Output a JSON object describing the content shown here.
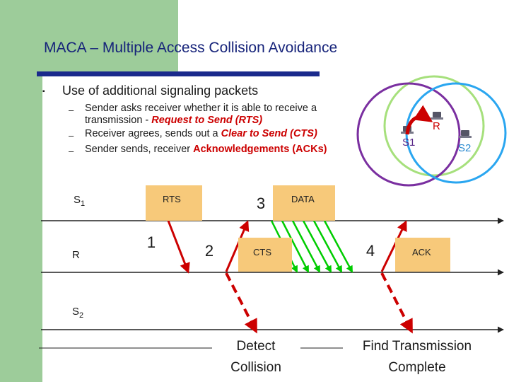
{
  "title": "MACA – Multiple Access Collision Avoidance",
  "bullet": {
    "marker": "▪",
    "text": "Use of additional signaling packets"
  },
  "sub_items": [
    {
      "dash": "–",
      "line1": "Sender asks receiver whether it is able to receive a",
      "line2_pre": "transmission - ",
      "line2_highlight": "Request to Send (RTS)"
    },
    {
      "dash": "–",
      "pre": "Receiver agrees, sends out a ",
      "highlight": "Clear to Send (CTS)"
    },
    {
      "dash": "–",
      "pre": "Sender sends, receiver ",
      "highlight": "Acknowledgements (ACKs)"
    }
  ],
  "topology": {
    "nodes": [
      {
        "label": "S1"
      },
      {
        "label": "R"
      },
      {
        "label": "S2"
      }
    ]
  },
  "timeline": {
    "rows": [
      {
        "label": "S",
        "sub": "1"
      },
      {
        "label": "R",
        "sub": ""
      },
      {
        "label": "S",
        "sub": "2"
      }
    ],
    "packets": {
      "rts": "RTS",
      "cts": "CTS",
      "data": "DATA",
      "ack": "ACK"
    },
    "steps": [
      "1",
      "2",
      "3",
      "4"
    ],
    "captions": {
      "detect_line1": "Detect",
      "detect_line2": "Collision",
      "find_line1": "Find Transmission",
      "find_line2": "Complete"
    }
  },
  "colors": {
    "title": "#16237a",
    "accent_red": "#cc0000",
    "signal_green": "#00cc00",
    "packet_box": "#f7c97a",
    "circle_green": "#a6e07c",
    "circle_purple": "#7a2fa0",
    "circle_blue": "#2aa6f0"
  }
}
